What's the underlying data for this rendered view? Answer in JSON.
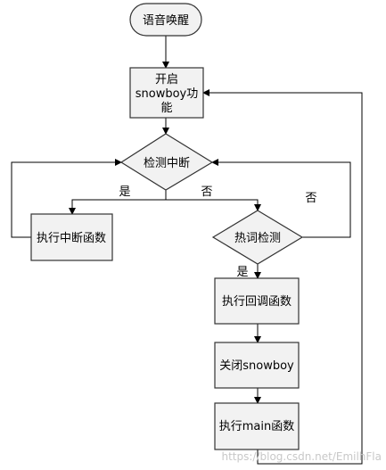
{
  "nodes": {
    "start": "语音唤醒",
    "enable_line1": "开启",
    "enable_line2": "snowboy功",
    "enable_line3": "能",
    "check_interrupt": "检测中断",
    "exec_interrupt": "执行中断函数",
    "hotword_check": "热词检测",
    "exec_callback": "执行回调函数",
    "close_snowboy": "关闭snowboy",
    "exec_main": "执行main函数"
  },
  "edge_labels": {
    "interrupt_yes": "是",
    "interrupt_no": "否",
    "hotword_yes": "是",
    "hotword_no": "否"
  },
  "watermark": "https://blog.csdn.net/EmilhFla",
  "colors": {
    "node_fill": "#f2f2f2",
    "node_stroke": "#333333",
    "edge_stroke": "#000000",
    "text": "#000000"
  }
}
